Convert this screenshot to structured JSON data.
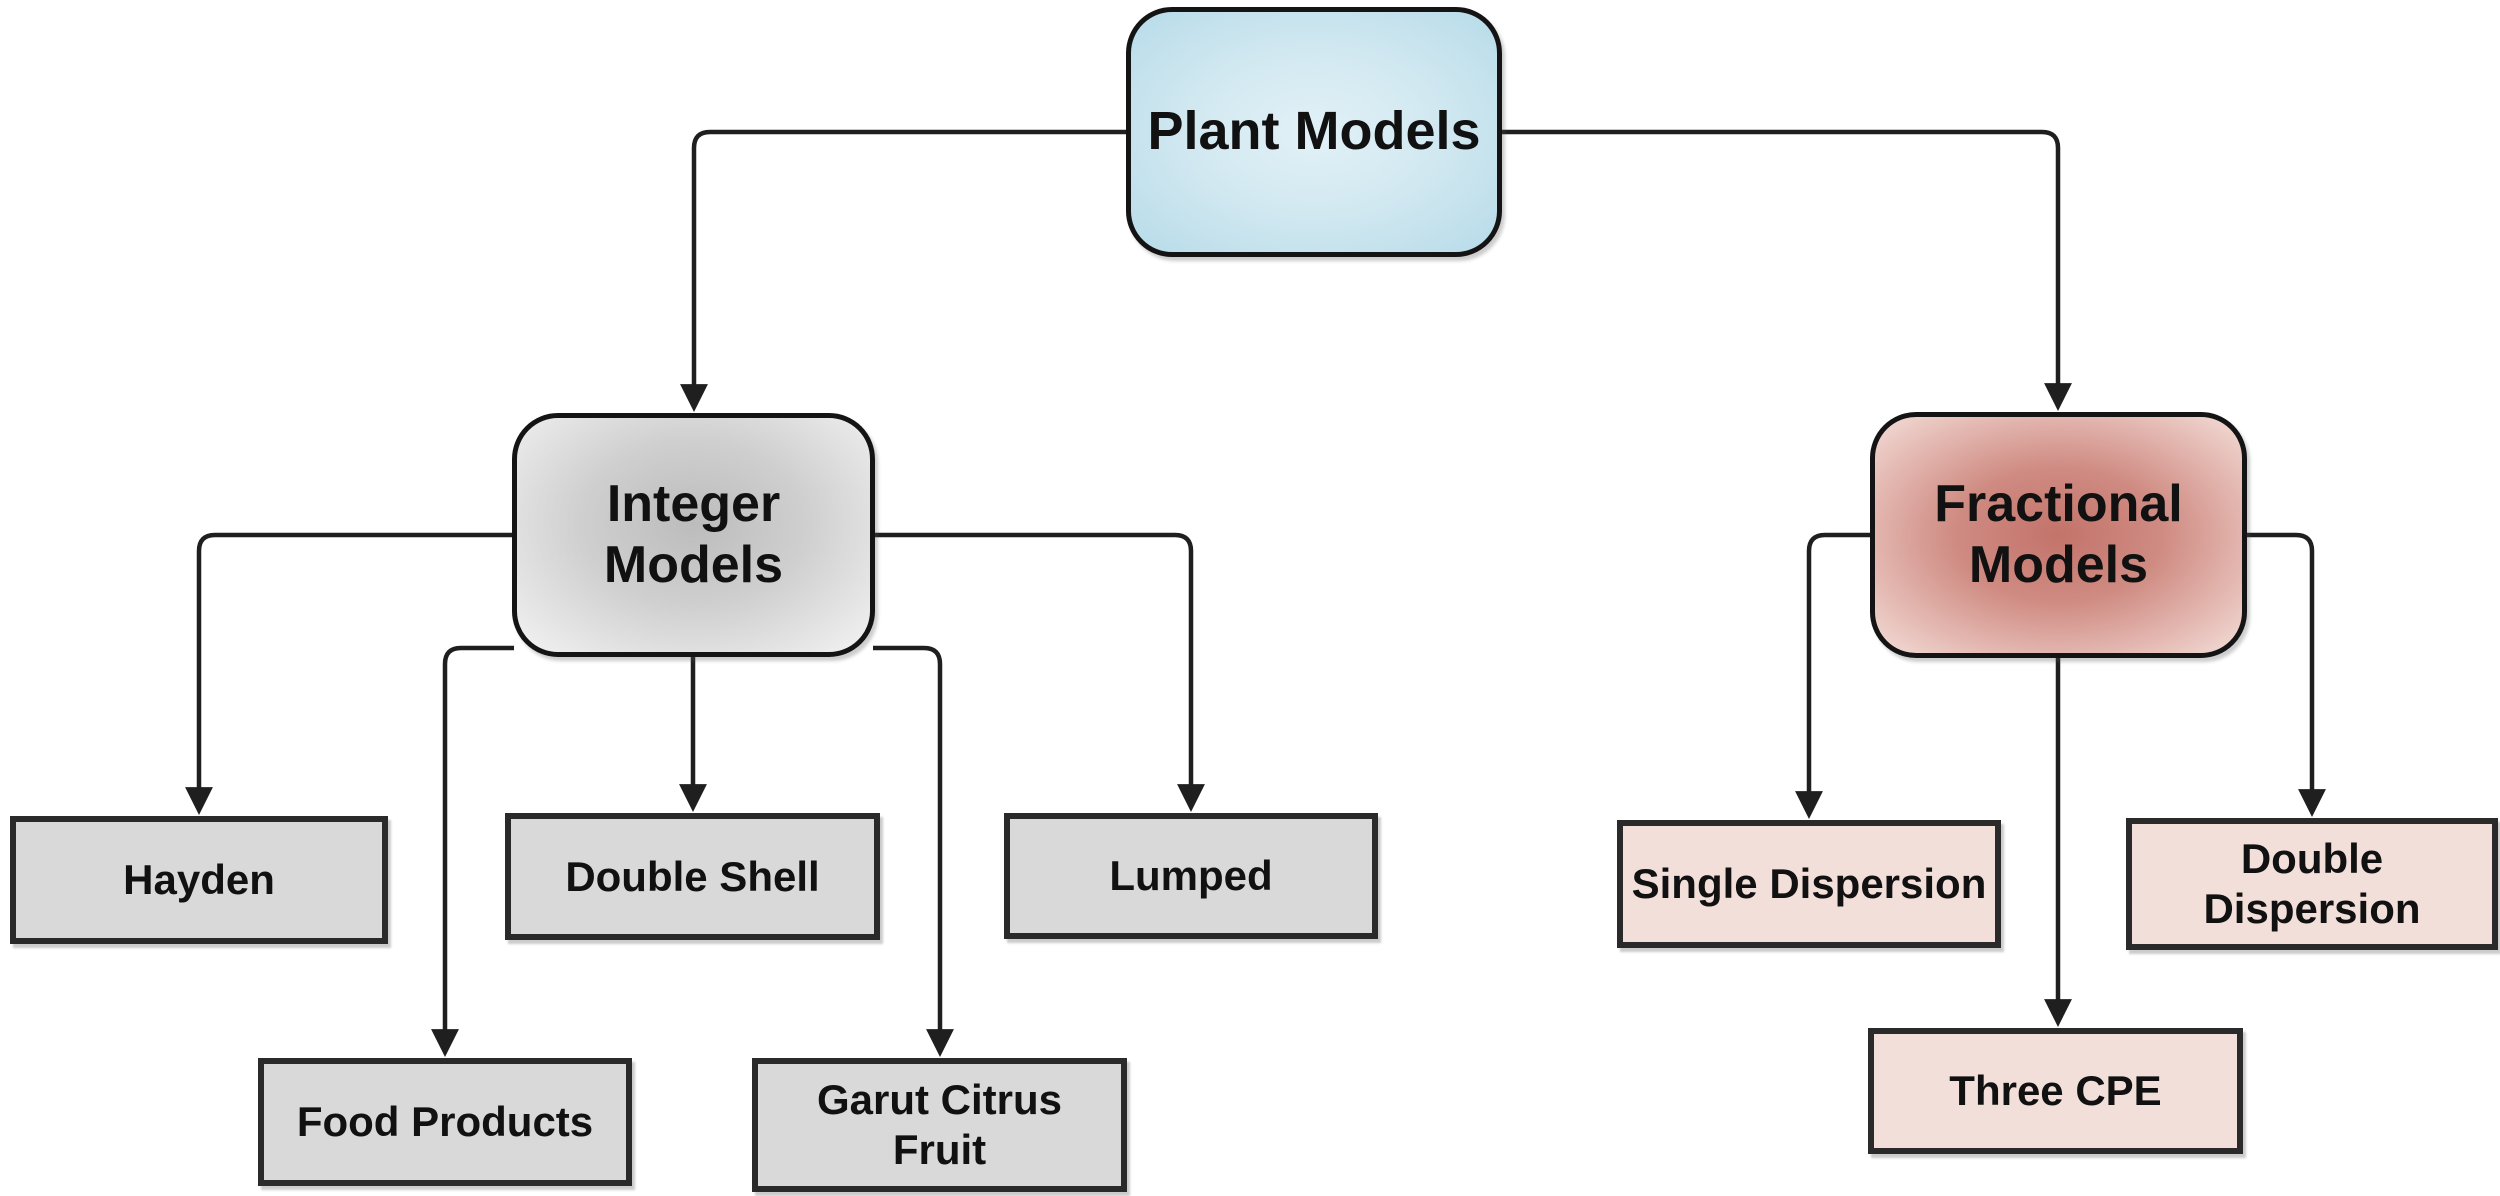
{
  "diagram": {
    "type": "flowchart",
    "background": "#ffffff",
    "nodes": {
      "plant_models": {
        "lines": [
          "Plant Models"
        ]
      },
      "integer_models": {
        "lines": [
          "Integer",
          "Models"
        ]
      },
      "fractional_models": {
        "lines": [
          "Fractional",
          "Models"
        ]
      },
      "hayden": {
        "lines": [
          "Hayden"
        ]
      },
      "double_shell": {
        "lines": [
          "Double Shell"
        ]
      },
      "lumped": {
        "lines": [
          "Lumped"
        ]
      },
      "food_products": {
        "lines": [
          "Food Products"
        ]
      },
      "garut_citrus_fruit": {
        "lines": [
          "Garut Citrus",
          "Fruit"
        ]
      },
      "single_dispersion": {
        "lines": [
          "Single Dispersion"
        ]
      },
      "double_dispersion": {
        "lines": [
          "Double",
          "Dispersion"
        ]
      },
      "three_cpe": {
        "lines": [
          "Three CPE"
        ]
      }
    },
    "edges": [
      {
        "from": "Plant Models",
        "to": "Integer Models"
      },
      {
        "from": "Plant Models",
        "to": "Fractional Models"
      },
      {
        "from": "Integer Models",
        "to": "Hayden"
      },
      {
        "from": "Integer Models",
        "to": "Double Shell"
      },
      {
        "from": "Integer Models",
        "to": "Lumped"
      },
      {
        "from": "Integer Models",
        "to": "Food Products"
      },
      {
        "from": "Integer Models",
        "to": "Garut Citrus Fruit"
      },
      {
        "from": "Fractional Models",
        "to": "Single Dispersion"
      },
      {
        "from": "Fractional Models",
        "to": "Double Dispersion"
      },
      {
        "from": "Fractional Models",
        "to": "Three CPE"
      }
    ],
    "colors": {
      "root_fill_center": "#e2f1f7",
      "root_fill_edge": "#b7dbe9",
      "integer_parent_fill_center": "#bcbcbc",
      "integer_parent_fill_edge": "#f3f3f3",
      "fractional_parent_fill_center": "#c3736a",
      "fractional_parent_fill_edge": "#f4ddd8",
      "integer_leaf_fill": "#d9d9d9",
      "fractional_leaf_fill": "#f2dfda",
      "node_border": "#2a2a2a",
      "connector": "#1f1f1f",
      "text": "#111111"
    }
  }
}
